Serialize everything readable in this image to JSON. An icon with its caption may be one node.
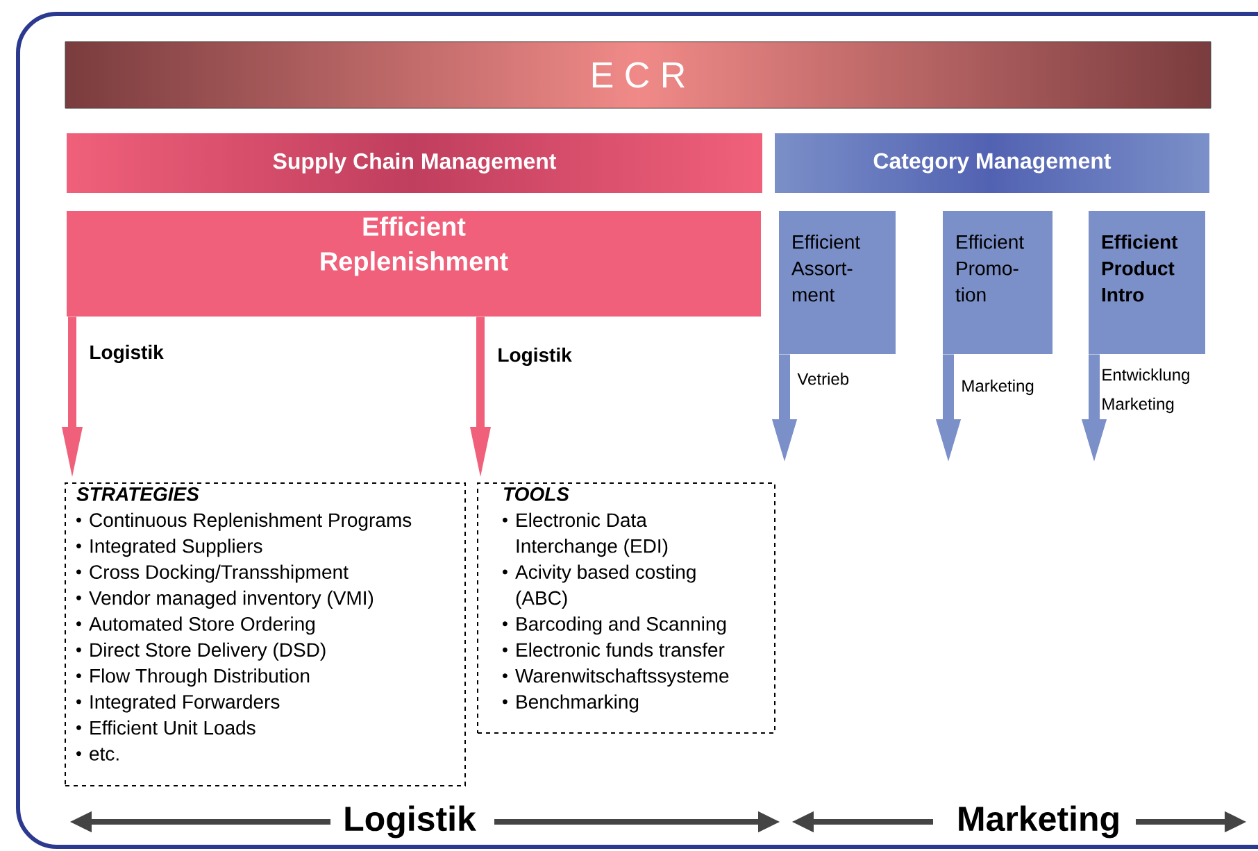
{
  "diagram": {
    "nodes": [
      {
        "text": [
          "E C R"
        ]
      },
      {
        "text": [
          "Supply Chain Management"
        ]
      },
      {
        "text": [
          "Category Management"
        ]
      },
      {
        "text": [
          "Efficient Replenishment"
        ]
      },
      {
        "text": [
          "Efficient Assort- ment"
        ]
      },
      {
        "text": [
          "Efficient Promo- tion"
        ]
      },
      {
        "text": [
          "Efficient Product Intro"
        ]
      },
      {
        "text": [
          "STRATEGIES",
          "Continuous Replenishment Programs",
          "Integrated Suppliers",
          "Cross Docking/Transshipment",
          "Vendor managed inventory (VMI)",
          "Automated Store Ordering",
          "Direct Store Delivery (DSD)",
          "Flow Through Distribution",
          "Integrated Forwarders",
          "Efficient Unit Loads",
          "etc."
        ]
      },
      {
        "text": [
          "TOOLS",
          "Electronic Data Interchange (EDI)",
          "Acivity based costing (ABC)",
          "Barcoding and Scanning",
          "Electronic funds transfer",
          "Warenwitschaftssysteme",
          "Benchmarking"
        ]
      }
    ],
    "edges": [
      {
        "from": 3,
        "to": 7,
        "arrow": "to",
        "label": "Logistik",
        "color": "#f0607a"
      },
      {
        "from": 3,
        "to": 8,
        "arrow": "to",
        "label": "Logistik",
        "color": "#f0607a"
      },
      {
        "from": 4,
        "to": null,
        "arrow": "to",
        "label": "Vetrieb"
      },
      {
        "from": 5,
        "to": null,
        "arrow": "to",
        "label": "Marketing"
      },
      {
        "from": 6,
        "to": null,
        "arrow": "to",
        "label": "Entwicklung Marketing"
      }
    ],
    "labels": [
      "Logistik",
      "Marketing"
    ]
  }
}
